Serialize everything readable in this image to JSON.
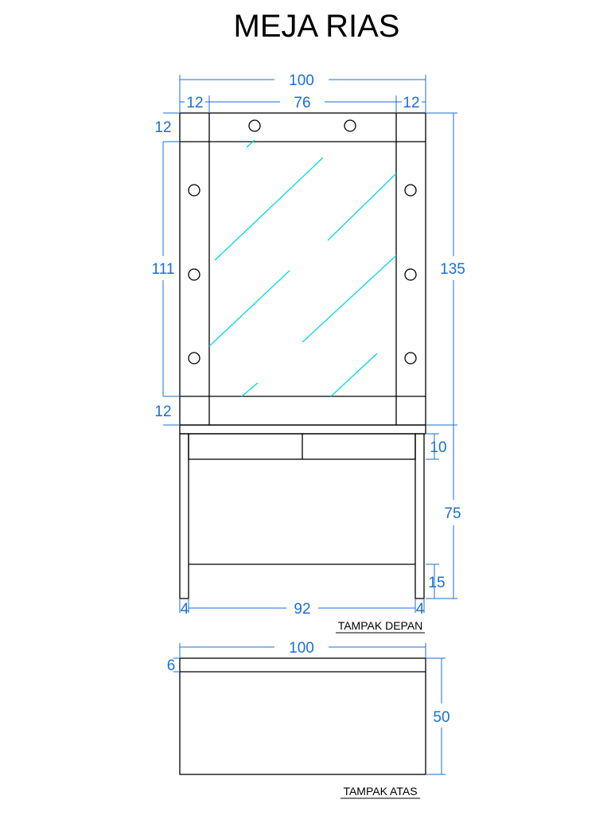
{
  "title": "MEJA RIAS",
  "colors": {
    "dimension": "#1a6fd6",
    "glass": "#00d8e8",
    "outline": "#000000"
  },
  "front_view": {
    "label": "TAMPAK DEPAN",
    "dims": {
      "total_width": "100",
      "frame_left": "12",
      "mirror_width": "76",
      "frame_right": "12",
      "frame_top": "12",
      "mirror_height": "111",
      "frame_bottom": "12",
      "mirror_total_height": "135",
      "drawer_height": "10",
      "table_height": "75",
      "shelf_height": "15",
      "leg_left": "4",
      "leg_gap": "92",
      "leg_right": "4"
    }
  },
  "top_view": {
    "label": "TAMPAK ATAS",
    "dims": {
      "width": "100",
      "lip": "6",
      "depth": "50"
    }
  }
}
